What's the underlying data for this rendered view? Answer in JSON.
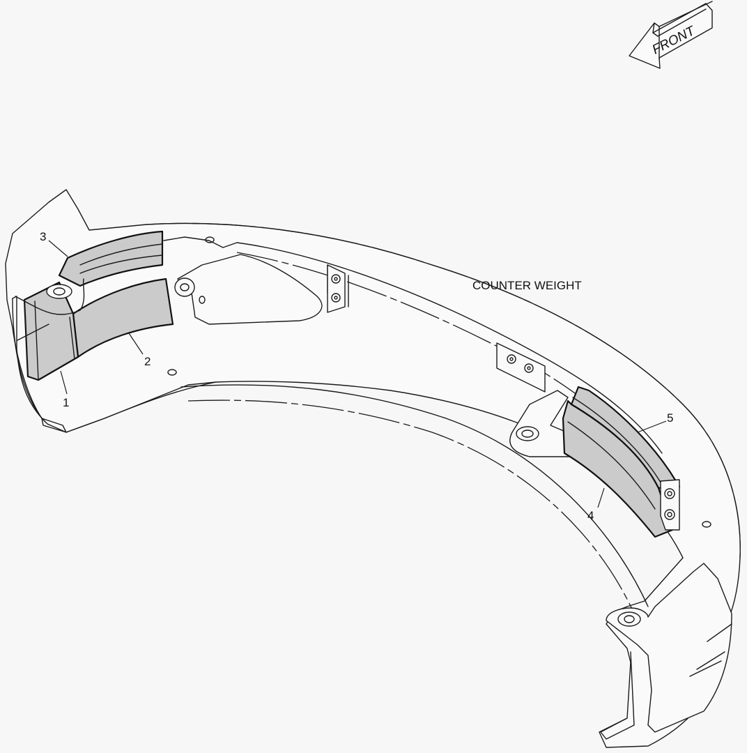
{
  "diagram": {
    "title_label": "COUNTER WEIGHT",
    "orientation_arrow": {
      "label": "FRONT",
      "icon": "front-direction-arrow-icon"
    },
    "callouts": [
      {
        "number": "1",
        "target": "lower-left weight block"
      },
      {
        "number": "2",
        "target": "center-left weight block"
      },
      {
        "number": "3",
        "target": "upper-left weight plate"
      },
      {
        "number": "4",
        "target": "lower-right weight block"
      },
      {
        "number": "5",
        "target": "upper-right weight plate"
      }
    ],
    "colors": {
      "background": "#f7f7f7",
      "line": "#1a1a1a",
      "part_fill": "#d6d6d6"
    }
  }
}
